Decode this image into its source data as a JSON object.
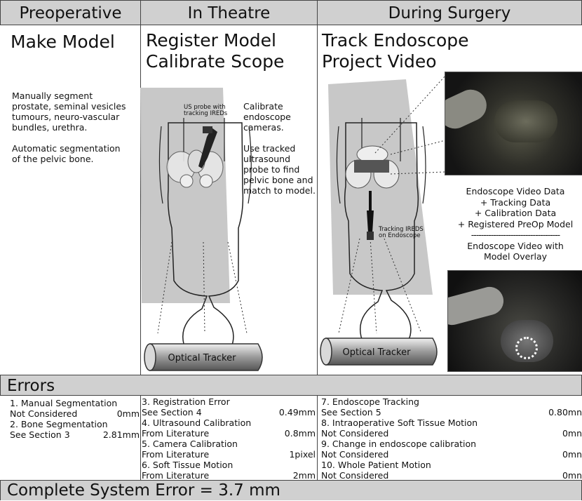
{
  "headers": {
    "preoperative": "Preoperative",
    "in_theatre": "In Theatre",
    "during_surgery": "During Surgery"
  },
  "col1": {
    "title": "Make Model",
    "para1": [
      "Manually segment",
      "prostate, seminal vesicles",
      "tumours, neuro-vascular",
      "bundles, urethra."
    ],
    "para2": [
      "Automatic segmentation",
      "of the pelvic bone."
    ]
  },
  "col2": {
    "title_line1": "Register Model",
    "title_line2": "Calibrate Scope",
    "para1": [
      "Calibrate",
      "endoscope",
      "cameras."
    ],
    "para2": [
      "Use tracked",
      "ultrasound",
      "probe to find",
      "pelvic bone and",
      "match to model."
    ],
    "probe_label": [
      "US probe with",
      "tracking IREDs"
    ],
    "tracker_label": "Optical Tracker"
  },
  "col3": {
    "title_line1": "Track Endoscope",
    "title_line2": "Project Video",
    "endoscope_label": [
      "Tracking IREDS",
      "on Endoscope"
    ],
    "data_lines": [
      "Endoscope Video Data",
      "+ Tracking Data",
      "+ Calibration Data",
      "+ Registered PreOp Model"
    ],
    "separator": "------------------------------------",
    "result_lines": [
      "Endoscope Video with",
      "Model Overlay"
    ],
    "tracker_label": "Optical Tracker"
  },
  "errors": {
    "heading": "Errors",
    "col1": [
      {
        "label": "1. Manual Segmentation",
        "source": "Not Considered",
        "value": "0mm"
      },
      {
        "label": "2. Bone Segmentation",
        "source": "See Section 3",
        "value": "2.81mm"
      }
    ],
    "col2": [
      {
        "label": "3. Registration Error",
        "source": "See Section 4",
        "value": "0.49mm"
      },
      {
        "label": "4. Ultrasound Calibration",
        "source": "From Literature",
        "value": "0.8mm"
      },
      {
        "label": "5. Camera Calibration",
        "source": "From Literature",
        "value": "1pixel"
      },
      {
        "label": "6. Soft Tissue Motion",
        "source": "From Literature",
        "value": "2mm"
      }
    ],
    "col3": [
      {
        "label": "7. Endoscope Tracking",
        "source": "See Section 5",
        "value": "0.80mn"
      },
      {
        "label": "8. Intraoperative Soft Tissue Motion",
        "source": "Not Considered",
        "value": "0mn"
      },
      {
        "label": "9. Change in endoscope calibration",
        "source": "Not Considered",
        "value": "0mn"
      },
      {
        "label": "10. Whole Patient Motion",
        "source": "Not Considered",
        "value": "0mn"
      }
    ]
  },
  "footer": {
    "total": "Complete System Error = 3.7 mm"
  }
}
